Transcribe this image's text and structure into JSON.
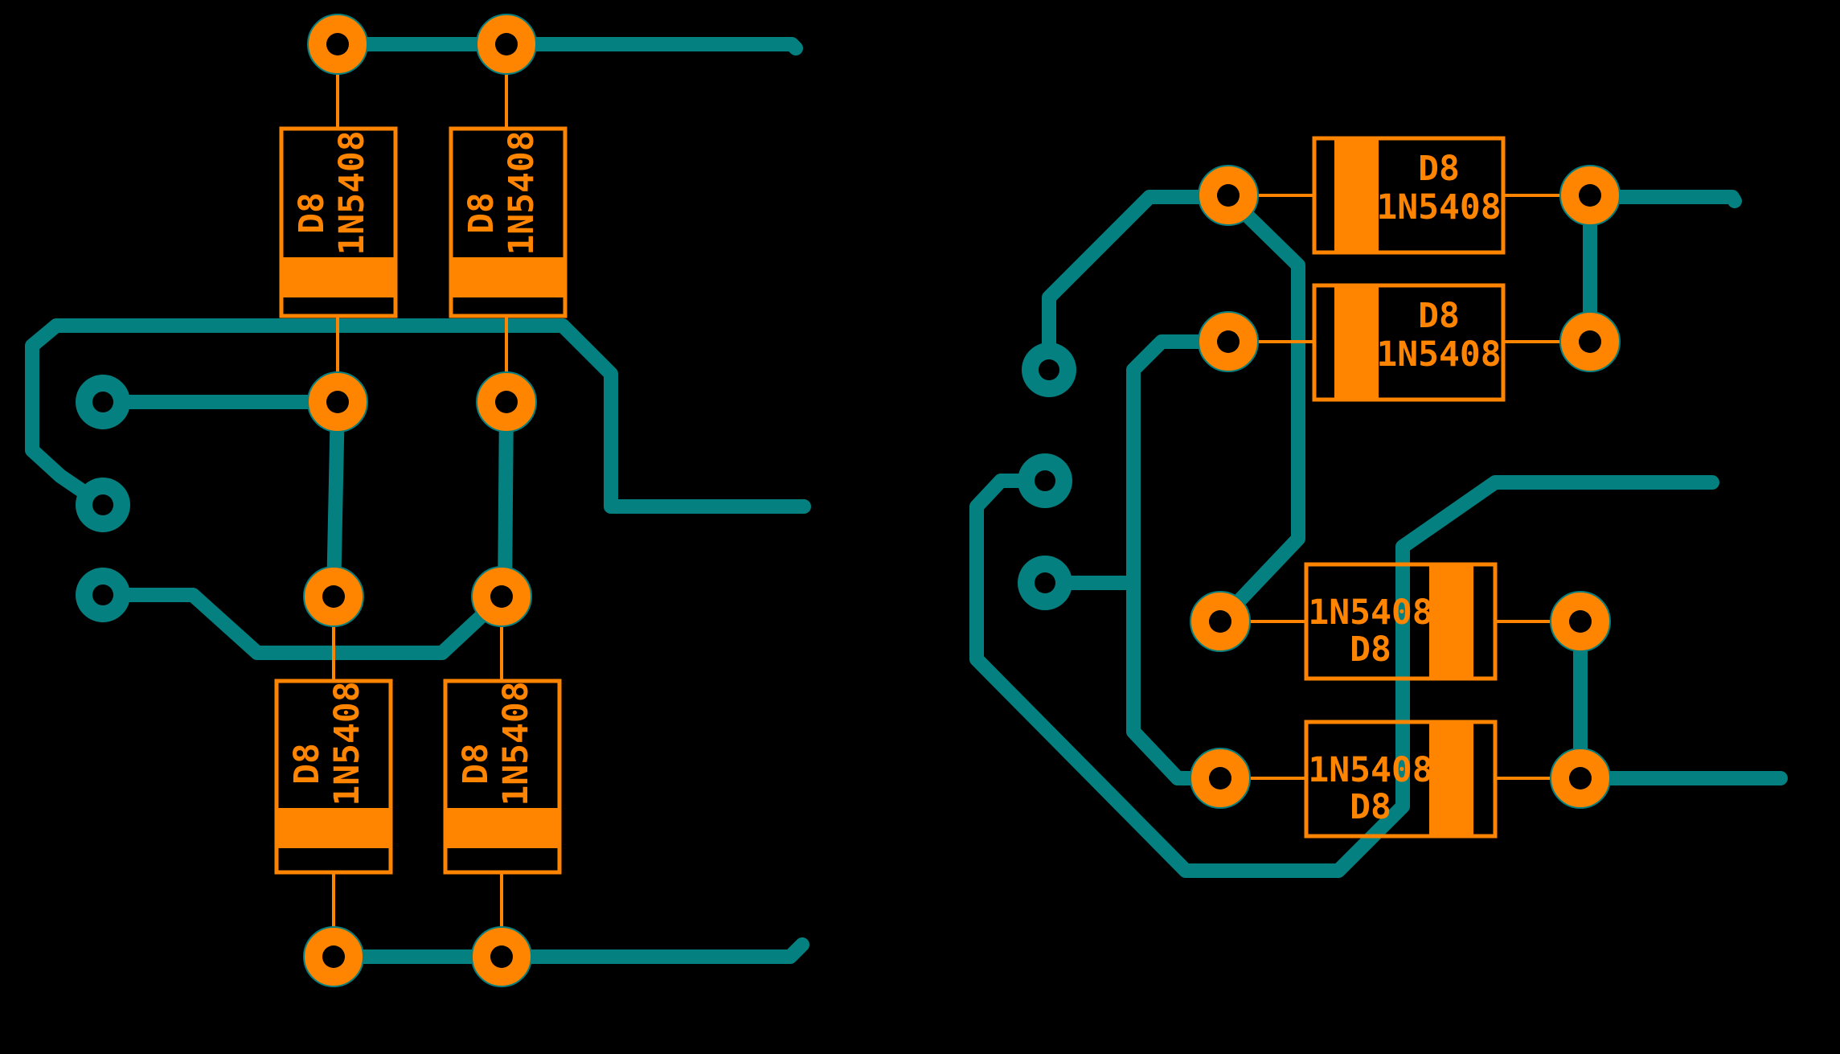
{
  "colors": {
    "background": "#000000",
    "trace": "#058080",
    "copper": "#FF8400"
  },
  "diodes": [
    {
      "ref": "D8",
      "value": "1N5408"
    },
    {
      "ref": "D8",
      "value": "1N5408"
    },
    {
      "ref": "D8",
      "value": "1N5408"
    },
    {
      "ref": "D8",
      "value": "1N5408"
    },
    {
      "ref": "D8",
      "value": "1N5408"
    },
    {
      "ref": "D8",
      "value": "1N5408"
    },
    {
      "ref": "D8",
      "value": "1N5408"
    },
    {
      "ref": "D8",
      "value": "1N5408"
    }
  ]
}
